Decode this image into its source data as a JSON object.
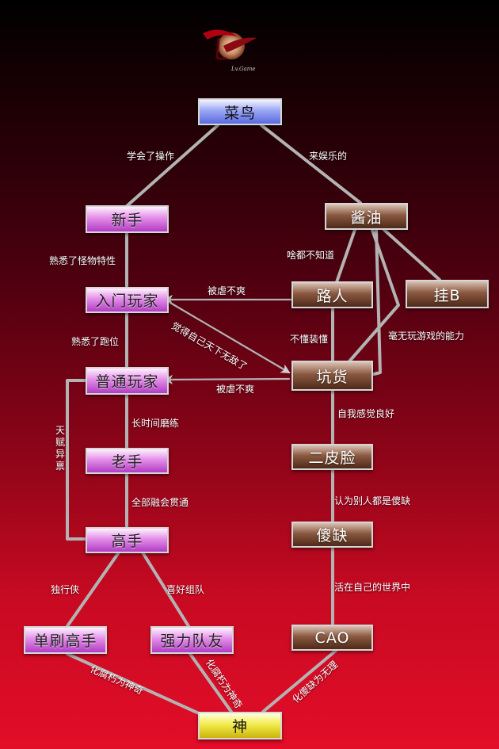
{
  "logo": {
    "text": "Lv.Game"
  },
  "nodes": {
    "n_cainiao": "菜鸟",
    "n_xinshou": "新手",
    "n_jiangyou": "酱油",
    "n_rumen": "入门玩家",
    "n_luren": "路人",
    "n_guab": "挂B",
    "n_putong": "普通玩家",
    "n_kenghuo": "坑货",
    "n_laoshou": "老手",
    "n_erpilian": "二皮脸",
    "n_gaoshou": "高手",
    "n_shaque": "傻缺",
    "n_danshua": "单刷高手",
    "n_qiangli": "强力队友",
    "n_cao": "CAO",
    "n_shen": "神"
  },
  "edge_labels": {
    "learned_controls": "学会了操作",
    "for_fun": "来娱乐的",
    "knows_monsters": "熟悉了怪物特性",
    "knows_nothing": "啥都不知道",
    "abused_unhappy_1": "被虐不爽",
    "think_invincible": "觉得自己天下无敌了",
    "knows_positioning": "熟悉了跑位",
    "no_gear_knowledge": "不懂装懂",
    "no_game_ability": "毫无玩游戏的能力",
    "abused_unhappy_2": "被虐不爽",
    "long_grinding": "长时间磨练",
    "self_feel_good": "自我感觉良好",
    "talent": "天赋异禀",
    "mastered_all": "全部融会贯通",
    "others_are_fools": "认为别人都是傻缺",
    "lone_ranger": "独行侠",
    "likes_teaming": "喜好组队",
    "own_world": "活在自己的世界中",
    "decay_to_magic_1": "化腐朽为神奇",
    "decay_to_magic_2": "化腐朽为神奇",
    "fool_invincible": "化傻缺为无理"
  }
}
